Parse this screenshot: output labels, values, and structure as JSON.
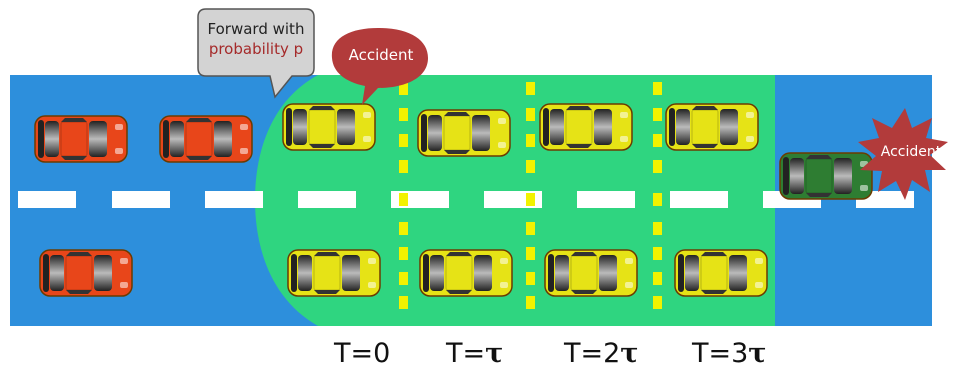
{
  "callout": {
    "line1": "Forward with",
    "line2": "probability p"
  },
  "accident_top_label": "Accident",
  "accident_right_label": "Accident",
  "time_labels": [
    {
      "prefix": "T=",
      "value": "0"
    },
    {
      "prefix": "T=",
      "value": "τ"
    },
    {
      "prefix": "T=2",
      "value": "τ"
    },
    {
      "prefix": "T=3",
      "value": "τ"
    }
  ],
  "colors": {
    "road": "#2d8fdc",
    "zone": "#2fd580",
    "red_car": "#e8461a",
    "yellow_car": "#e6e316",
    "green_car": "#2e7d32",
    "accident_bubble": "#b23b3b",
    "lane_mark": "#ffffff",
    "divider": "#f2f200",
    "probability_text": "#a52a2a"
  },
  "icons": {
    "red_car": "car-icon",
    "yellow_car": "car-icon",
    "green_car": "car-icon",
    "accident": "explosion-icon"
  }
}
